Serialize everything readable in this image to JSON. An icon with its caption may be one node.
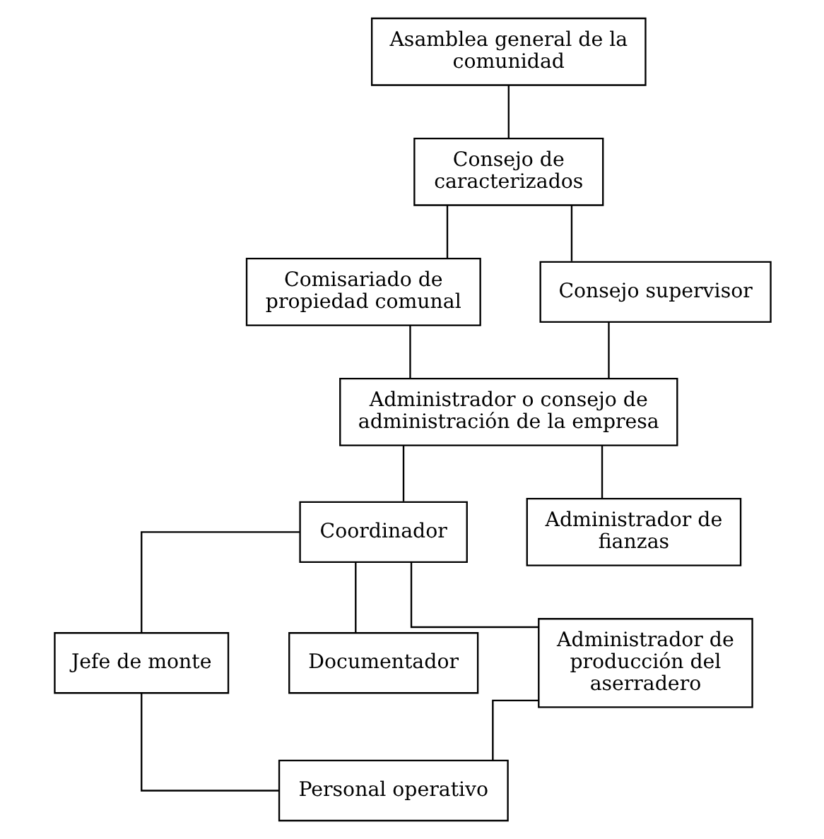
{
  "diagram": {
    "nodes": [
      {
        "text": [
          "Asamblea general de la comunidad"
        ]
      },
      {
        "text": [
          "Consejo de caracterizados"
        ]
      },
      {
        "text": [
          "Comisariado de propiedad comunal"
        ]
      },
      {
        "text": [
          "Consejo supervisor"
        ]
      },
      {
        "text": [
          "Administrador o consejo de administración de la empresa"
        ]
      },
      {
        "text": [
          "Coordinador"
        ]
      },
      {
        "text": [
          "Administrador de fianzas"
        ]
      },
      {
        "text": [
          "Jefe de monte"
        ]
      },
      {
        "text": [
          "Documentador"
        ]
      },
      {
        "text": [
          "Personal operativo"
        ]
      },
      {
        "text": [
          "Administrador de producción del aserradero"
        ]
      }
    ],
    "edges": [
      {
        "from": 0,
        "to": 1,
        "arrow": "none"
      },
      {
        "from": 1,
        "to": 2,
        "arrow": "none"
      },
      {
        "from": 1,
        "to": 3,
        "arrow": "none"
      },
      {
        "from": 2,
        "to": 4,
        "arrow": "none"
      },
      {
        "from": 3,
        "to": 4,
        "arrow": "none"
      },
      {
        "from": 4,
        "to": 5,
        "arrow": "none"
      },
      {
        "from": 4,
        "to": 6,
        "arrow": "none"
      },
      {
        "from": 5,
        "to": 7,
        "arrow": "none"
      },
      {
        "from": 5,
        "to": 8,
        "arrow": "none"
      },
      {
        "from": 5,
        "to": 10,
        "arrow": "none"
      },
      {
        "from": 7,
        "to": 9,
        "arrow": "none"
      },
      {
        "from": 10,
        "to": 9,
        "arrow": "none"
      }
    ]
  }
}
